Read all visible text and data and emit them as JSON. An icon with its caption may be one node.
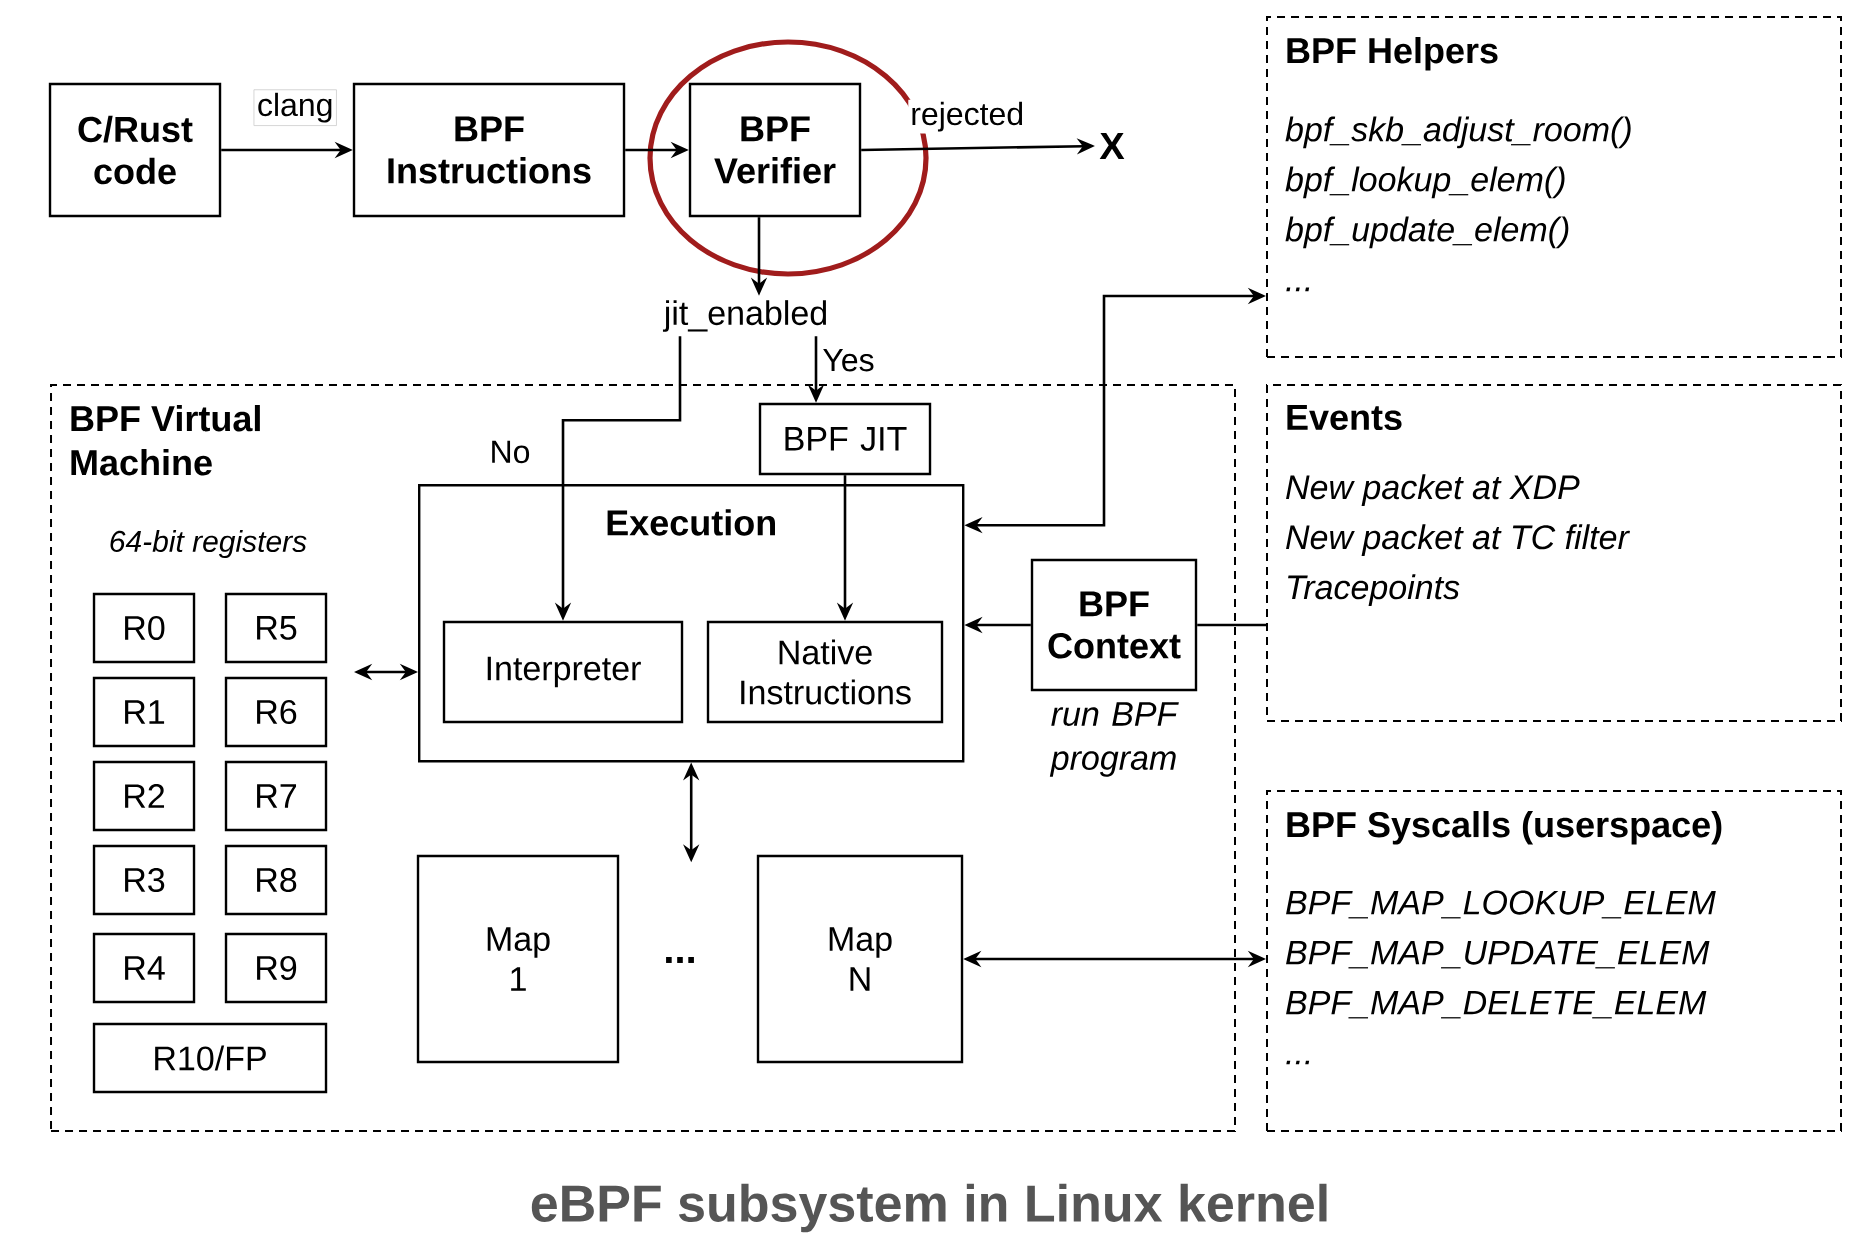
{
  "diagram": {
    "caption": "eBPF subsystem in Linux kernel",
    "nodes": [
      {
        "text": [
          "C/Rust code"
        ]
      },
      {
        "text": [
          "BPF Instructions"
        ]
      },
      {
        "text": [
          "BPF Verifier"
        ]
      },
      {
        "text": [
          "X"
        ]
      },
      {
        "text": [
          "jit_enabled"
        ]
      },
      {
        "text": [
          "BPF Virtual Machine"
        ]
      },
      {
        "text": [
          "BPF JIT"
        ],
        "in": 5
      },
      {
        "text": [
          "Execution"
        ],
        "in": 5
      },
      {
        "text": [
          "Interpreter"
        ],
        "in": 7
      },
      {
        "text": [
          "Native Instructions"
        ],
        "in": 7
      },
      {
        "text": [
          "BPF Context"
        ],
        "in": 5,
        "beside": [
          "run BPF program"
        ]
      },
      {
        "text": [
          "R0"
        ],
        "in": 5
      },
      {
        "text": [
          "R5"
        ],
        "in": 5
      },
      {
        "text": [
          "R1"
        ],
        "in": 5
      },
      {
        "text": [
          "R6"
        ],
        "in": 5
      },
      {
        "text": [
          "R2"
        ],
        "in": 5
      },
      {
        "text": [
          "R7"
        ],
        "in": 5
      },
      {
        "text": [
          "R3"
        ],
        "in": 5
      },
      {
        "text": [
          "R8"
        ],
        "in": 5
      },
      {
        "text": [
          "R4"
        ],
        "in": 5
      },
      {
        "text": [
          "R9"
        ],
        "in": 5
      },
      {
        "text": [
          "R10/FP"
        ],
        "in": 5
      },
      {
        "text": [
          "Map 1"
        ],
        "in": 5
      },
      {
        "text": [
          "Map N"
        ],
        "in": 5
      },
      {
        "text": [
          "BPF Helpers",
          "bpf_skb_adjust_room()",
          "bpf_lookup_elem()",
          "bpf_update_elem()",
          "..."
        ]
      },
      {
        "text": [
          "Events",
          "New packet at XDP",
          "New packet at TC filter",
          "Tracepoints"
        ]
      },
      {
        "text": [
          "BPF Syscalls (userspace)",
          "BPF_MAP_LOOKUP_ELEM",
          "BPF_MAP_UPDATE_ELEM",
          "BPF_MAP_DELETE_ELEM",
          "..."
        ]
      }
    ],
    "edges": [
      {
        "from": 0,
        "to": 1,
        "arrow": "to",
        "label": "clang"
      },
      {
        "from": 1,
        "to": 2,
        "arrow": "to"
      },
      {
        "from": 2,
        "to": 3,
        "arrow": "to",
        "label": "rejected"
      },
      {
        "from": 2,
        "to": 4,
        "arrow": "to"
      },
      {
        "from": 4,
        "to": 6,
        "arrow": "to",
        "label": "Yes"
      },
      {
        "from": 4,
        "to": 8,
        "arrow": "to",
        "label": "No"
      },
      {
        "from": 6,
        "to": 9,
        "arrow": "to"
      },
      {
        "from": 7,
        "to": 24,
        "arrow": "both"
      },
      {
        "from": 10,
        "to": 7,
        "arrow": "to"
      },
      {
        "from": 10,
        "to": 25,
        "arrow": "none"
      },
      {
        "from": null,
        "to": 7,
        "arrow": "both"
      },
      {
        "from": 7,
        "to": null,
        "arrow": "both"
      },
      {
        "from": 23,
        "to": 26,
        "arrow": "both"
      }
    ],
    "labels": [
      "64-bit registers",
      "..."
    ]
  }
}
